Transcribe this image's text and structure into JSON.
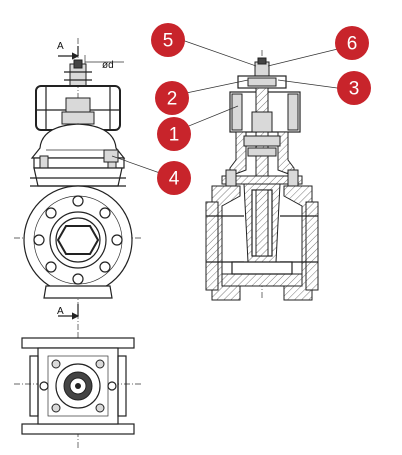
{
  "labels": {
    "section_marker": "A",
    "diameter_marker": "ød"
  },
  "callouts": [
    {
      "number": "5"
    },
    {
      "number": "6"
    },
    {
      "number": "2"
    },
    {
      "number": "3"
    },
    {
      "number": "1"
    },
    {
      "number": "4"
    }
  ],
  "colors": {
    "callout_fill": "#c8242b",
    "callout_text": "#ffffff",
    "line": "#222222",
    "hatch": "#555555"
  }
}
